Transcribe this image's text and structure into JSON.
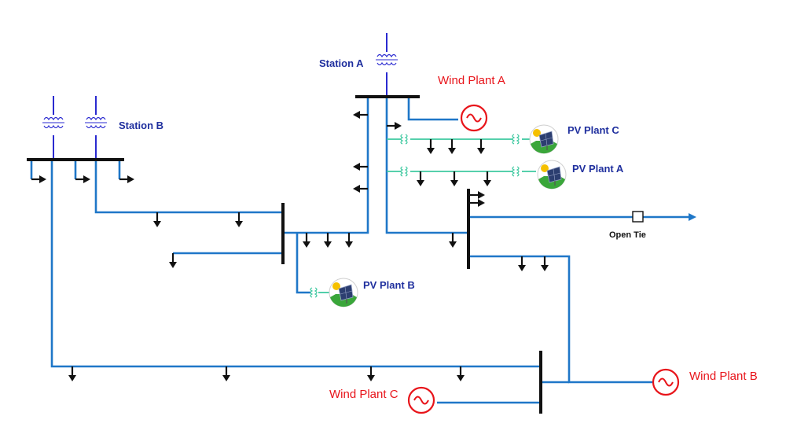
{
  "labels": {
    "station_a": "Station A",
    "station_b": "Station B",
    "wind_a": "Wind Plant A",
    "wind_b": "Wind Plant B",
    "wind_c": "Wind Plant C",
    "pv_a": "PV Plant A",
    "pv_b": "PV Plant B",
    "pv_c": "PV Plant C",
    "open_tie": "Open Tie"
  },
  "colors": {
    "feeder": "#1f77c8",
    "pv_line": "#3ec9a0",
    "bus": "#111111",
    "transformer": "#2a2ad0",
    "generator": "#e8141a",
    "blue_label": "#1f2f9e",
    "red_label": "#e8141a"
  },
  "symbols": {
    "generator": "ac-generator-icon",
    "pv": "solar-panel-icon",
    "transformer": "transformer-icon",
    "load": "load-arrow-icon",
    "switch": "open-tie-switch-icon"
  }
}
